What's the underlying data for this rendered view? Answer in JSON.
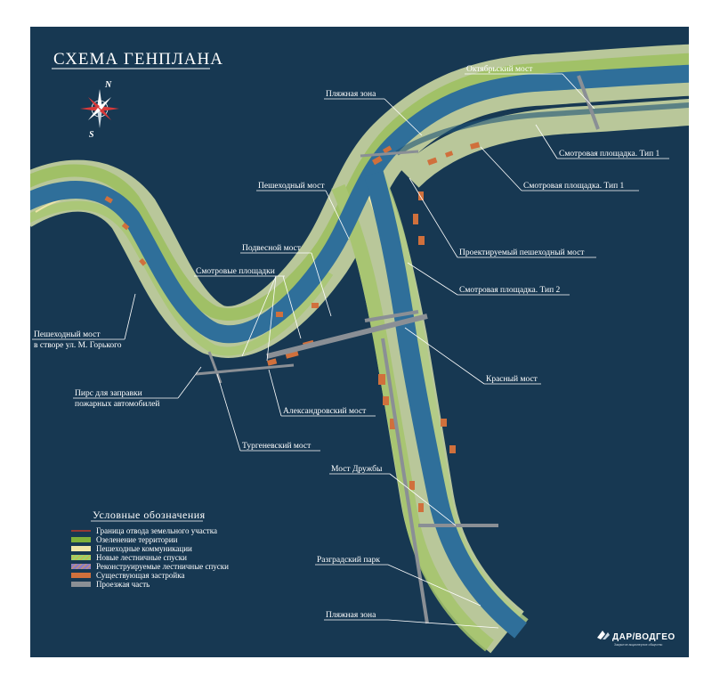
{
  "title": "СХЕМА ГЕНПЛАНА",
  "compass": {
    "north": "N",
    "south": "S",
    "icon": "compass-rose-icon"
  },
  "labels": {
    "oktyabrsky_most": "Октябрьский мост",
    "plyazhnaya_zona_top": "Пляжная зона",
    "smotrovaya_tip1_a": "Смотровая площадка. Тип 1",
    "smotrovaya_tip1_b": "Смотровая площадка. Тип 1",
    "peshekhodny_most": "Пешеходный мост",
    "proektiruemy_most": "Проектируемый пешеходный мост",
    "podvesnoy_most": "Подвесной мост",
    "smotrovye_ploshchadki": "Смотровые площадки",
    "smotrovaya_tip2": "Смотровая площадка. Тип 2",
    "peshekhodny_gorkogo_1": "Пешеходный мост",
    "peshekhodny_gorkogo_2": "в створе ул. М. Горького",
    "krasny_most": "Красный мост",
    "pirs_1": "Пирс для заправки",
    "pirs_2": "пожарных автомобилей",
    "aleksandrovsky_most": "Александровский мост",
    "turgenevsky_most": "Тургеневский мост",
    "most_druzhby": "Мост Дружбы",
    "razgradsky_park": "Разградский парк",
    "plyazhnaya_zona_bottom": "Пляжная зона"
  },
  "legend": {
    "title": "Условные обозначения",
    "items": [
      {
        "label": "Граница отвода земельного участка",
        "color": "#c0392b",
        "kind": "line"
      },
      {
        "label": "Озеленение территории",
        "color": "#7fb03a",
        "kind": "fill"
      },
      {
        "label": "Пешеходные коммуникации",
        "color": "#f0e6a8",
        "kind": "fill"
      },
      {
        "label": "Новые лестничные спуски",
        "color": "#9bd36b",
        "kind": "striped"
      },
      {
        "label": "Реконструируемые лестничные спуски",
        "color": "#8e7cc3",
        "kind": "striped"
      },
      {
        "label": "Существующая застройка",
        "color": "#d0703c",
        "kind": "fill"
      },
      {
        "label": "Проезжая часть",
        "color": "#8a8f95",
        "kind": "fill"
      }
    ]
  },
  "logo": {
    "name": "ДАР/ВОДГЕО",
    "tagline": "Закрытое акционерное общество",
    "icon": "darvodgeo-logo-icon"
  },
  "colors": {
    "background": "#173852",
    "land": "#b9c79a",
    "river": "#2f6f9a",
    "greenery": "#7fb03a",
    "paths": "#f0e6a8",
    "buildings": "#d0703c",
    "roads": "#8a8f95"
  }
}
